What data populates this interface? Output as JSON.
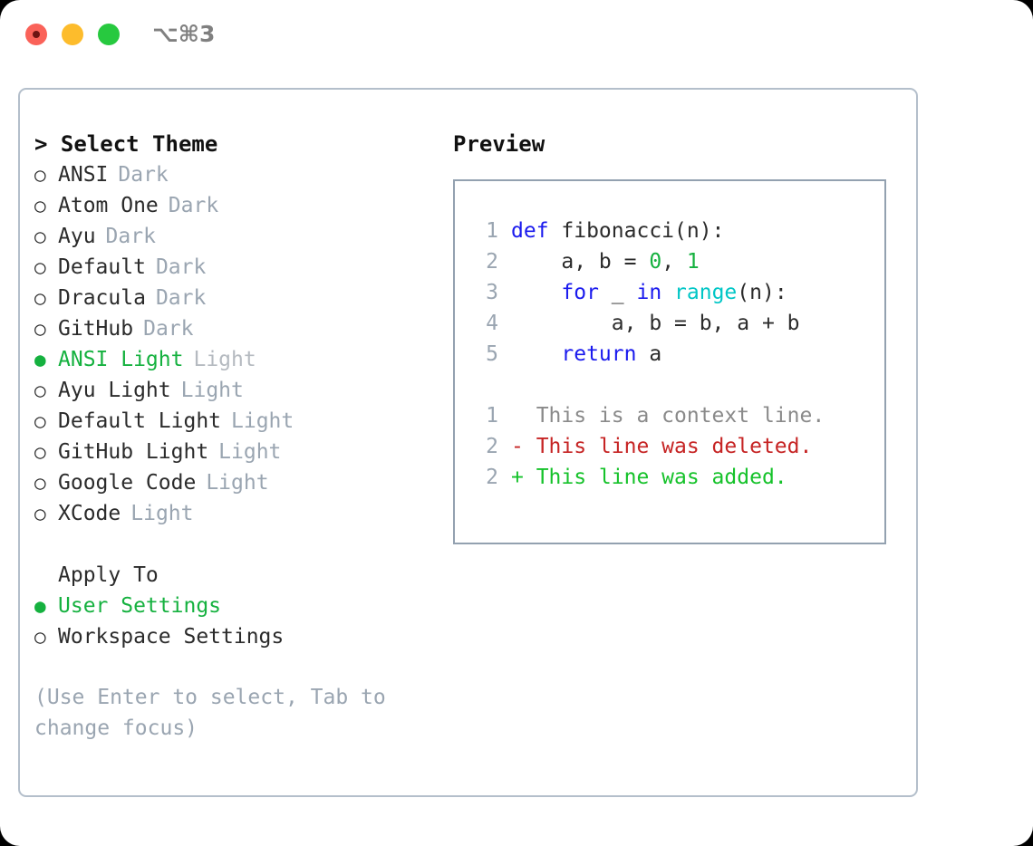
{
  "titlebar": {
    "shortcut": "⌥⌘3",
    "buttons": {
      "close": "close",
      "minimize": "minimize",
      "zoom": "zoom"
    }
  },
  "theme_selector": {
    "heading": "> Select Theme",
    "caret": ">",
    "heading_label": "Select Theme",
    "marker_unselected": "○",
    "marker_selected": "●",
    "items": [
      {
        "name": "ANSI",
        "kind": "Dark",
        "selected": false
      },
      {
        "name": "Atom One",
        "kind": "Dark",
        "selected": false
      },
      {
        "name": "Ayu",
        "kind": "Dark",
        "selected": false
      },
      {
        "name": "Default",
        "kind": "Dark",
        "selected": false
      },
      {
        "name": "Dracula",
        "kind": "Dark",
        "selected": false
      },
      {
        "name": "GitHub",
        "kind": "Dark",
        "selected": false
      },
      {
        "name": "ANSI Light",
        "kind": "Light",
        "selected": true
      },
      {
        "name": "Ayu Light",
        "kind": "Light",
        "selected": false
      },
      {
        "name": "Default Light",
        "kind": "Light",
        "selected": false
      },
      {
        "name": "GitHub Light",
        "kind": "Light",
        "selected": false
      },
      {
        "name": "Google Code",
        "kind": "Light",
        "selected": false
      },
      {
        "name": "XCode",
        "kind": "Light",
        "selected": false
      }
    ]
  },
  "apply_to": {
    "heading": "Apply To",
    "options": [
      {
        "label": "User Settings",
        "selected": true
      },
      {
        "label": "Workspace Settings",
        "selected": false
      }
    ]
  },
  "hint": "(Use Enter to select, Tab to change focus)",
  "preview": {
    "title": "Preview",
    "code_lines": [
      {
        "lineno": "1",
        "tokens": [
          {
            "text": "def ",
            "type": "kw"
          },
          {
            "text": "fibonacci(n):",
            "type": "plain"
          }
        ]
      },
      {
        "lineno": "2",
        "tokens": [
          {
            "text": "    a, b = ",
            "type": "plain"
          },
          {
            "text": "0",
            "type": "num"
          },
          {
            "text": ", ",
            "type": "plain"
          },
          {
            "text": "1",
            "type": "num"
          }
        ]
      },
      {
        "lineno": "3",
        "tokens": [
          {
            "text": "    ",
            "type": "plain"
          },
          {
            "text": "for",
            "type": "kw"
          },
          {
            "text": " _ ",
            "type": "plain"
          },
          {
            "text": "in",
            "type": "kw"
          },
          {
            "text": " ",
            "type": "plain"
          },
          {
            "text": "range",
            "type": "fn"
          },
          {
            "text": "(n):",
            "type": "plain"
          }
        ]
      },
      {
        "lineno": "4",
        "tokens": [
          {
            "text": "        a, b = b, a + b",
            "type": "plain"
          }
        ]
      },
      {
        "lineno": "5",
        "tokens": [
          {
            "text": "    ",
            "type": "plain"
          },
          {
            "text": "return",
            "type": "kw"
          },
          {
            "text": " a",
            "type": "plain"
          }
        ]
      }
    ],
    "diff_lines": [
      {
        "lineno": "1",
        "marker": " ",
        "text": "  This is a context line.",
        "kind": "context"
      },
      {
        "lineno": "2",
        "marker": "-",
        "text": "- This line was deleted.",
        "kind": "deleted"
      },
      {
        "lineno": "2",
        "marker": "+",
        "text": "+ This line was added.",
        "kind": "added"
      }
    ]
  },
  "colors": {
    "accent_green": "#15b13f",
    "muted": "#9aa5b1",
    "keyword_blue": "#1a1aee",
    "function_cyan": "#00c6c6",
    "number_green": "#15b13f",
    "diff_deleted": "#c62424",
    "diff_added": "#15c22a",
    "panel_border": "#b4bfcb",
    "preview_border": "#93a1b0",
    "traffic_close": "#fa6259",
    "traffic_minimize": "#fdbc2c",
    "traffic_zoom": "#27c93f"
  }
}
